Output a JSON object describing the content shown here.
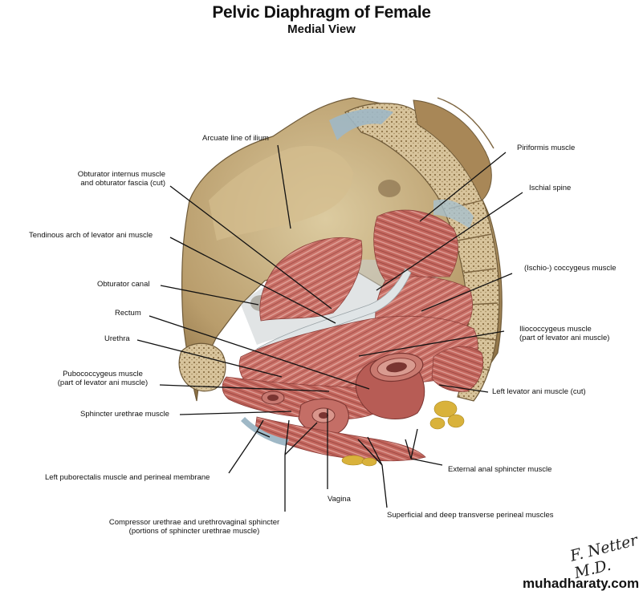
{
  "title": "Pelvic Diaphragm of Female",
  "subtitle": "Medial View",
  "labels": {
    "arcuate_line": "Arcuate line of ilium",
    "obturator_internus_1": "Obturator internus muscle",
    "obturator_internus_2": "and obturator fascia (cut)",
    "tendinous_arch": "Tendinous arch of levator ani muscle",
    "obturator_canal": "Obturator canal",
    "rectum": "Rectum",
    "urethra": "Urethra",
    "pubococcygeus_1": "Pubococcygeus muscle",
    "pubococcygeus_2": "(part of levator ani muscle)",
    "sphincter_urethrae": "Sphincter urethrae muscle",
    "puborectalis": "Left puborectalis muscle and perineal membrane",
    "compressor_1": "Compressor urethrae and urethrovaginal sphincter",
    "compressor_2": "(portions of sphincter urethrae muscle)",
    "vagina": "Vagina",
    "transverse_perineal": "Superficial and deep transverse perineal muscles",
    "external_anal": "External anal sphincter muscle",
    "left_levator_ani": "Left levator ani muscle (cut)",
    "iliococcygeus_1": "Iliococcygeus muscle",
    "iliococcygeus_2": "(part of levator ani muscle)",
    "ischio_coccygeus": "(Ischio-) coccygeus muscle",
    "ischial_spine": "Ischial spine",
    "piriformis": "Piriformis muscle"
  },
  "signature": "F. Netter M.D.",
  "watermark": "muhadharaty.com",
  "colors": {
    "bone": "#c9b48a",
    "bone_dark": "#9c8258",
    "muscle": "#c96f66",
    "muscle_light": "#e2a39a",
    "muscle_dark": "#9e4a45",
    "fascia": "#cfd4d6",
    "fat": "#d9b23b",
    "leader": "#111111"
  }
}
